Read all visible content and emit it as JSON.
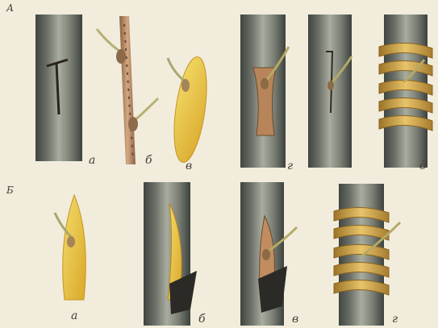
{
  "figure": {
    "row_a": {
      "section_label": "А",
      "panels": [
        {
          "name": "panel-a1",
          "label": "а"
        },
        {
          "name": "panel-b1",
          "label": "б"
        },
        {
          "name": "panel-v1",
          "label": "в"
        },
        {
          "name": "panel-g1",
          "label": "г"
        },
        {
          "name": "panel-d1",
          "label": "д"
        }
      ]
    },
    "row_b": {
      "section_label": "Б",
      "panels": [
        {
          "name": "panel-a2",
          "label": "а"
        },
        {
          "name": "panel-b2",
          "label": "б"
        },
        {
          "name": "panel-v2",
          "label": "в"
        },
        {
          "name": "panel-g2",
          "label": "г"
        }
      ]
    },
    "colors": {
      "background": "#f2ecdc",
      "bark_dark": "#4a5048",
      "bark_light": "#a4a89a",
      "wood": "#e8c43a",
      "binding": "#d4a846",
      "shoot": "#b88c68"
    }
  }
}
